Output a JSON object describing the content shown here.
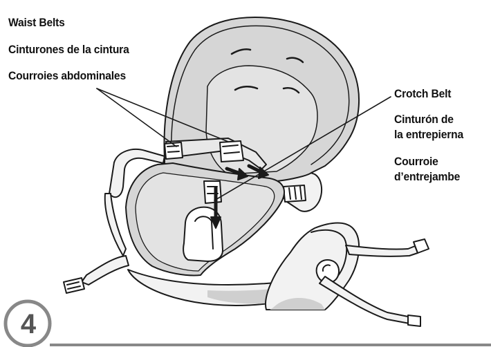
{
  "step": {
    "number": "4"
  },
  "labels": {
    "waist": {
      "en": "Waist Belts",
      "es": "Cinturones de la cintura",
      "fr": "Courroies abdominales"
    },
    "crotch": {
      "en": "Crotch Belt",
      "es_line1": "Cinturón de",
      "es_line2": "la entrepierna",
      "fr_line1": "Courroie",
      "fr_line2": "d’entrejambe"
    }
  },
  "colors": {
    "seat_pad": "#d6d6d6",
    "seat_pad_inner": "#e3e3e3",
    "base": "#f2f2f2",
    "base_shadow": "#cfcfcf",
    "outline": "#1a1a1a",
    "step_circle": "#888888"
  }
}
